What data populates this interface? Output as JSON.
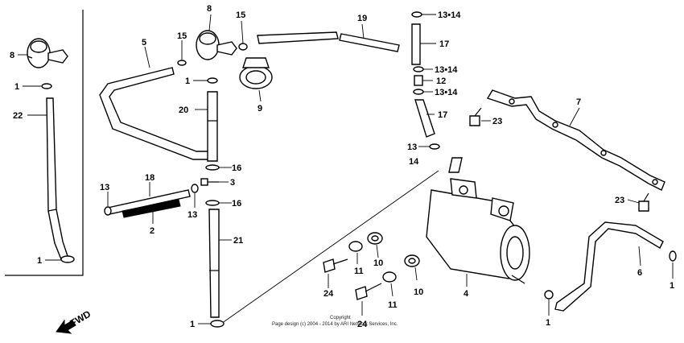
{
  "callouts": {
    "c1a": "1",
    "c1b": "1",
    "c1c": "1",
    "c1d": "1",
    "c1e": "1",
    "c1f": "1",
    "c2": "2",
    "c3": "3",
    "c4": "4",
    "c5": "5",
    "c6": "6",
    "c7": "7",
    "c8a": "8",
    "c8b": "8",
    "c9": "9",
    "c10a": "10",
    "c10b": "10",
    "c11a": "11",
    "c11b": "11",
    "c12": "12",
    "c13a": "13",
    "c13b": "13",
    "c13c": "13",
    "c1314a": "13•14",
    "c1314b": "13•14",
    "c1314c": "13•14",
    "c14": "14",
    "c15a": "15",
    "c15b": "15",
    "c16a": "16",
    "c16b": "16",
    "c17a": "17",
    "c17b": "17",
    "c18": "18",
    "c19": "19",
    "c20": "20",
    "c21": "21",
    "c22": "22",
    "c23a": "23",
    "c23b": "23",
    "c24a": "24",
    "c24b": "24"
  },
  "fwd_label": "FWD",
  "copyright": {
    "line1": "Copyright",
    "line2": "Page design (c) 2004 - 2014 by ARI Network Services, Inc."
  }
}
